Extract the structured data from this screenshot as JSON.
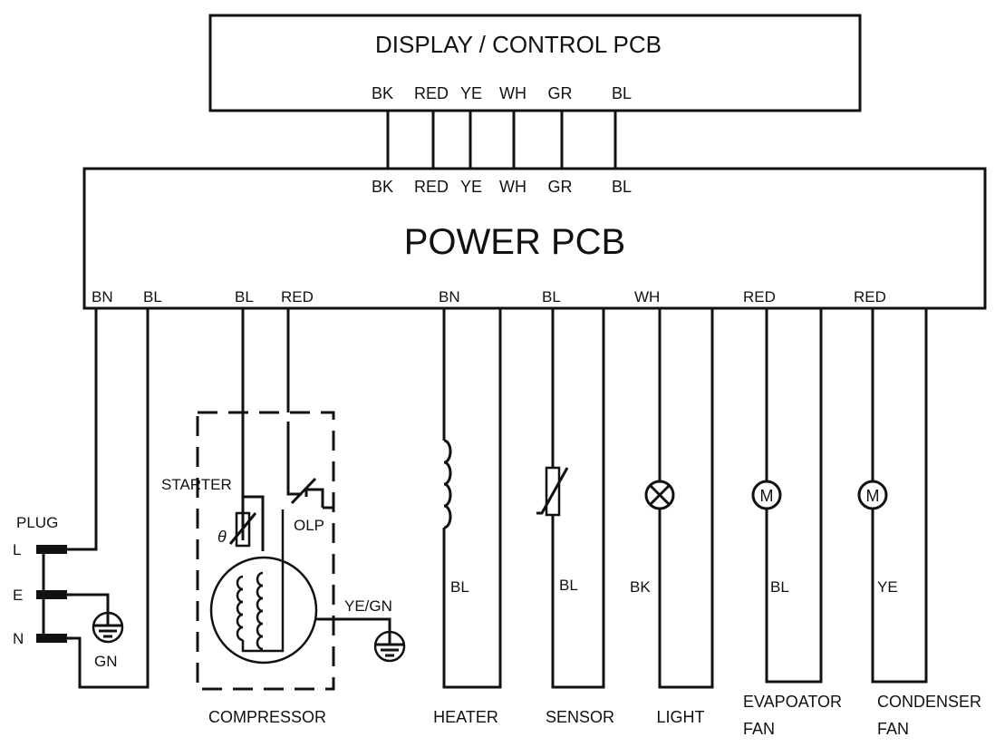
{
  "display_pcb": {
    "title": "DISPLAY / CONTROL  PCB",
    "pins": [
      "BK",
      "RED",
      "YE",
      "WH",
      "GR",
      "BL"
    ]
  },
  "power_pcb": {
    "title": "POWER PCB",
    "top_pins": [
      "BK",
      "RED",
      "YE",
      "WH",
      "GR",
      "BL"
    ],
    "bottom_pins": [
      "BN",
      "BL",
      "BL",
      "RED",
      "BN",
      "BL",
      "WH",
      "RED",
      "RED"
    ]
  },
  "plug": {
    "title": "PLUG",
    "terminals": [
      "L",
      "E",
      "N"
    ],
    "ground_label": "GN"
  },
  "compressor": {
    "label": "COMPRESSOR",
    "starter_label": "STARTER",
    "olp_label": "OLP",
    "ground_label": "YE/GN"
  },
  "loads": [
    {
      "key": "heater",
      "label": "HEATER",
      "return_wire": "BL"
    },
    {
      "key": "sensor",
      "label": "SENSOR",
      "return_wire": "BL"
    },
    {
      "key": "light",
      "label": "LIGHT",
      "return_wire": "BK"
    },
    {
      "key": "evap-fan",
      "label": "EVAPOATOR",
      "label2": "FAN",
      "return_wire": "BL",
      "symbol": "M"
    },
    {
      "key": "cond-fan",
      "label": "CONDENSER",
      "label2": "FAN",
      "return_wire": "YE",
      "symbol": "M"
    }
  ]
}
